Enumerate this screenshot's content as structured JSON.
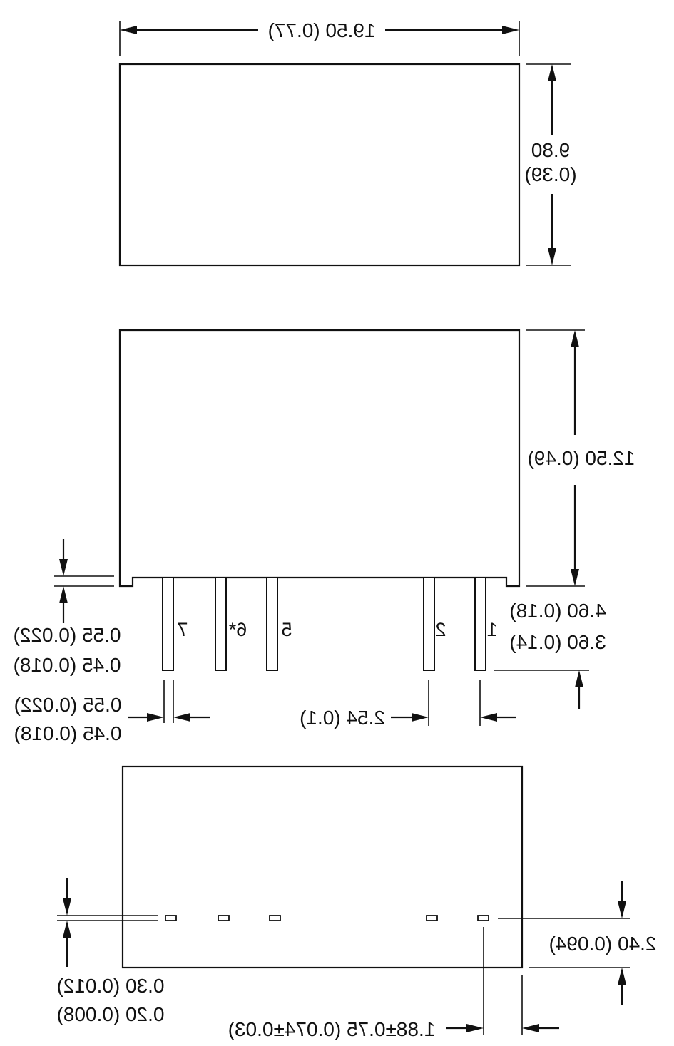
{
  "top_view": {
    "width_dim": "19.50 (0.77)",
    "height_dim_line1": "9.80",
    "height_dim_line2": "(0.39)"
  },
  "side_view": {
    "height_dim": "12.50 (0.49)",
    "standoff_line1": "0.55 (0.022)",
    "standoff_line2": "0.45 (0.018)",
    "pin_len_line1": "4.60 (0.18)",
    "pin_len_line2": "3.60 (0.14)",
    "pin_width_line1": "0.55 (0.022)",
    "pin_width_line2": "0.45 (0.018)",
    "pitch_dim": "2.54 (0.1)",
    "pins": [
      "7",
      "6*",
      "5",
      "2",
      "1"
    ]
  },
  "bottom_view": {
    "pad_height_line1": "0.30 (0.012)",
    "pad_height_line2": "0.20 (0.008)",
    "pad_offset_dim": "2.40 (0.094)",
    "pad_pos_dim": "1.88±0.75 (0.074±0.03)"
  }
}
